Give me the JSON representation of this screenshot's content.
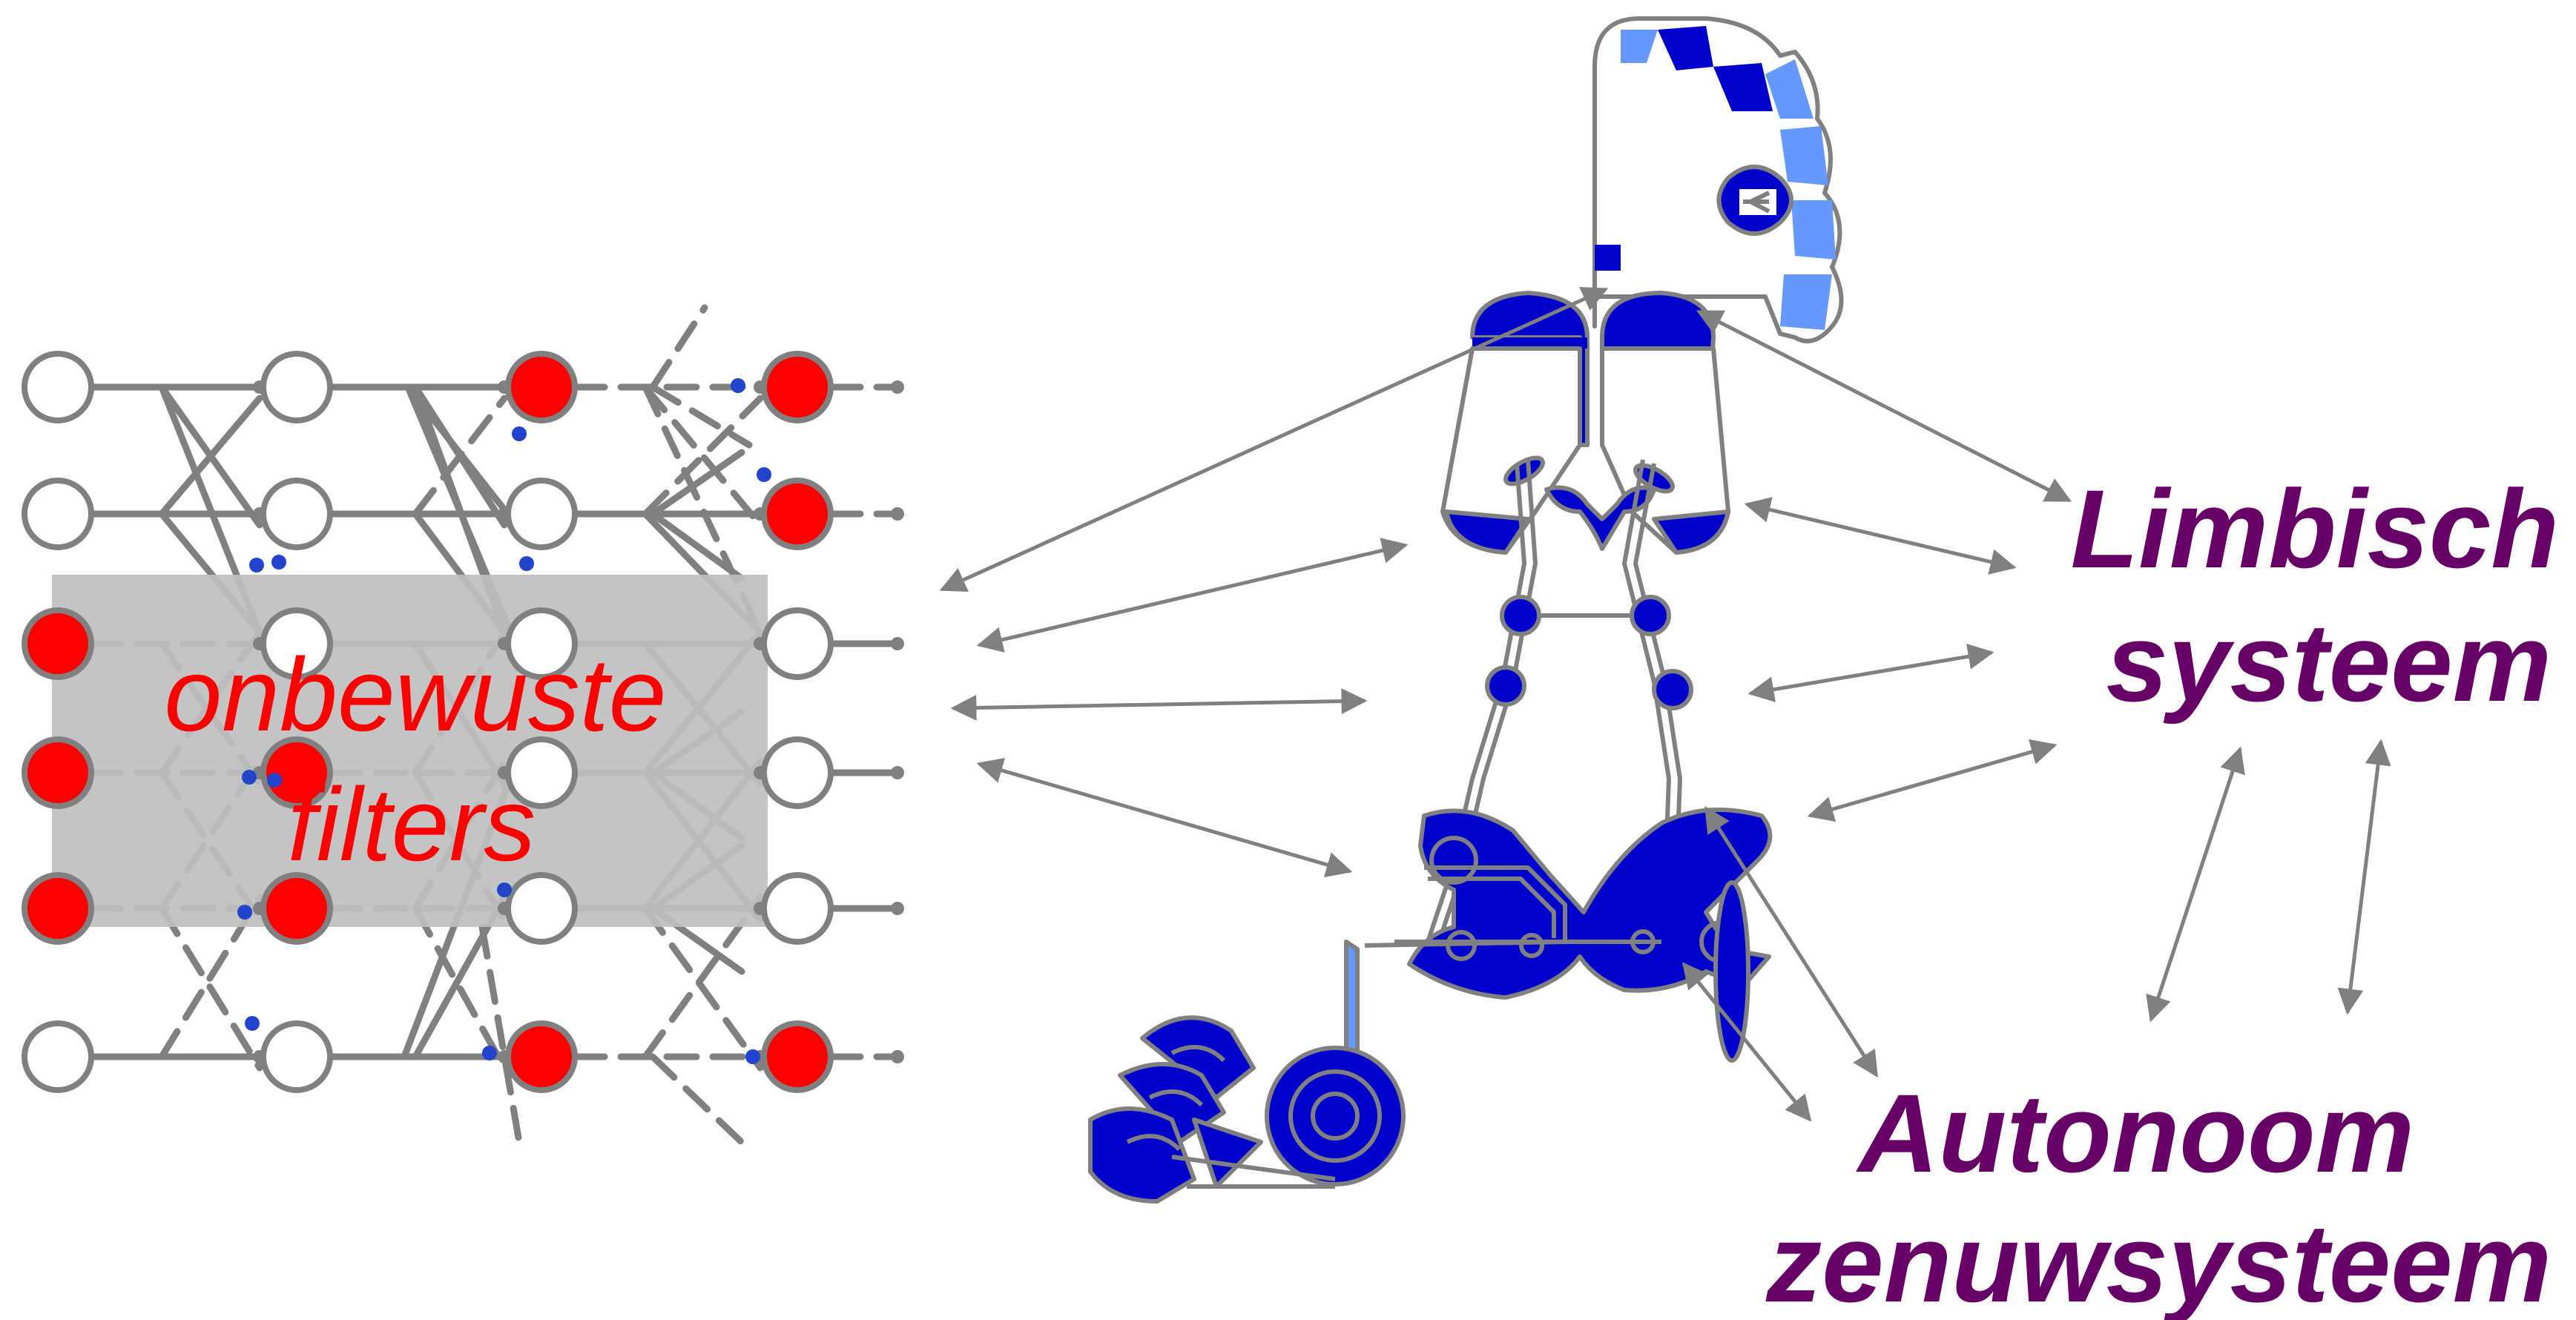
{
  "labels": {
    "limbic_line1": "Limbisch",
    "limbic_line2": "systeem",
    "autonomic_line1": "Autonoom",
    "autonomic_line2": "zenuwsysteem",
    "filters_line1": "onbewuste",
    "filters_line2": "filters"
  },
  "colors": {
    "label_purple": "#660066",
    "filter_text_red": "#ff0000",
    "node_red": "#ff0000",
    "organ_blue": "#0000cc",
    "organ_light_blue": "#6699ff",
    "line_gray": "#808080",
    "filter_box_gray": "#bfbfbf"
  },
  "network": {
    "columns": 4,
    "rows": 6,
    "active_nodes": [
      [
        0,
        2
      ],
      [
        0,
        3
      ],
      [
        0,
        4
      ],
      [
        1,
        3
      ],
      [
        1,
        4
      ],
      [
        2,
        0
      ],
      [
        2,
        5
      ],
      [
        3,
        0
      ],
      [
        3,
        1
      ],
      [
        3,
        5
      ]
    ]
  }
}
